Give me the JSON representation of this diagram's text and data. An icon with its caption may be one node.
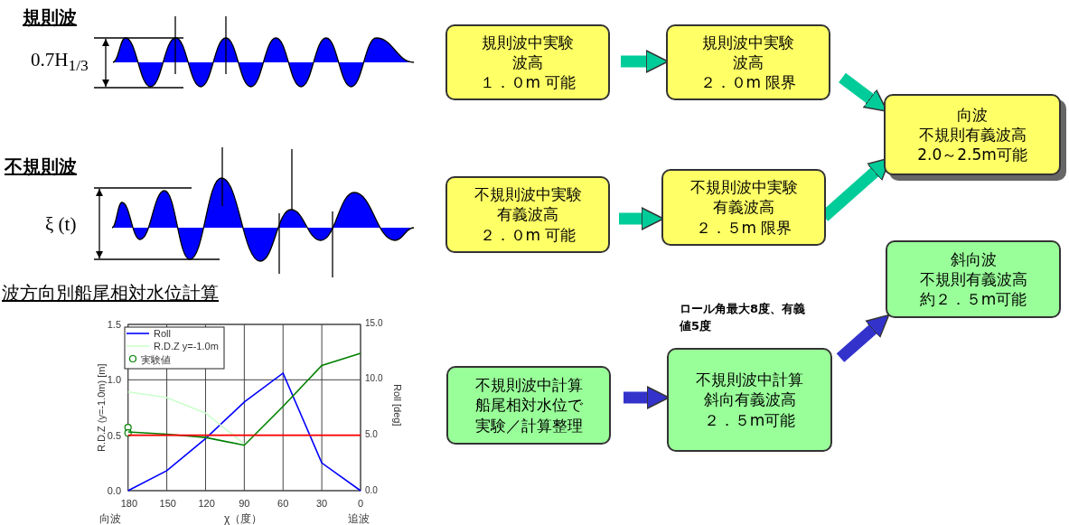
{
  "diagram": {
    "nodes": [
      {
        "text": [
          "規則波中実験",
          "波高",
          "１．０m 可能"
        ]
      },
      {
        "text": [
          "規則波中実験",
          "波高",
          "２．０m 限界"
        ]
      },
      {
        "text": [
          "向波",
          "不規則有義波高",
          "2.0～2.5m可能"
        ]
      },
      {
        "text": [
          "不規則波中実験",
          "有義波高",
          "２．０m 可能"
        ]
      },
      {
        "text": [
          "不規則波中実験",
          "有義波高",
          "２．５m 限界"
        ]
      },
      {
        "text": [
          "斜向波",
          "不規則有義波高",
          "約２．５m可能"
        ]
      },
      {
        "text": [
          "不規則波中計算",
          "船尾相対水位で",
          "実験／計算整理"
        ]
      },
      {
        "text": [
          "不規則波中計算",
          "斜向有義波高",
          "２．５m可能"
        ],
        "beside": [
          "ロール角最大8度、有義値5度"
        ]
      }
    ],
    "edges": [
      {
        "from": 0,
        "to": 1,
        "arrow": "to"
      },
      {
        "from": 1,
        "to": 2,
        "arrow": "to"
      },
      {
        "from": 3,
        "to": 4,
        "arrow": "to"
      },
      {
        "from": 4,
        "to": 2,
        "arrow": "to"
      },
      {
        "from": 6,
        "to": 7,
        "arrow": "to",
        "color": "#3333cc"
      },
      {
        "from": 7,
        "to": 5,
        "arrow": "to",
        "color": "#3333cc"
      }
    ],
    "labels": [
      "規則波",
      "0.7H$_{1/3}$",
      "不規則波",
      "ξ (t)",
      "波方向別船尾相対水位計算",
      "15.0",
      "10.0",
      "Roll [deg]",
      "5.0",
      "0.0",
      "向波",
      "追波"
    ],
    "chart_data": {
      "type": "line",
      "xlabel": "χ（度）",
      "ylabel": "R.D.Z (y=-1.0m) [m]",
      "x": [
        180,
        150,
        120,
        90,
        60,
        30,
        0
      ],
      "series": [
        {
          "name": "Roll",
          "color": "#0000ff",
          "values": [
            0,
            0.18,
            0.47,
            0.8,
            1.06,
            0.25,
            0
          ]
        },
        {
          "name": "R.D.Z y=-1.0m",
          "color": "#ccffcc",
          "values": [
            0.89,
            0.84,
            0.7,
            0.42,
            null,
            null,
            null
          ]
        },
        {
          "name": "実験値",
          "color": "#008000",
          "marker": "circle",
          "values": [
            0.57,
            null,
            null,
            null,
            null,
            null,
            null
          ]
        },
        {
          "color": "#008000",
          "marker": "circle",
          "values": [
            0.52,
            null,
            null,
            null,
            null,
            null,
            null
          ]
        },
        {
          "color": "#008000",
          "values": [
            0.53,
            0.51,
            0.48,
            0.41,
            0.76,
            1.13,
            1.24
          ]
        },
        {
          "color": "#ff0000",
          "values": [
            0.5,
            0.5,
            0.5,
            0.5,
            0.5,
            0.5,
            0.5
          ]
        }
      ],
      "xlim": [
        180,
        0
      ],
      "ylim": [
        0,
        1.5
      ],
      "grid": true,
      "legend": "upper left",
      "xticks": [
        180,
        150,
        120,
        90,
        60,
        30,
        0
      ],
      "yticks": [
        {
          "value": 0,
          "label": "0.0"
        },
        {
          "value": 0.5,
          "label": "0.5"
        },
        {
          "value": 1,
          "label": "1.0"
        },
        {
          "value": 1.5,
          "label": "1.5"
        }
      ]
    }
  }
}
